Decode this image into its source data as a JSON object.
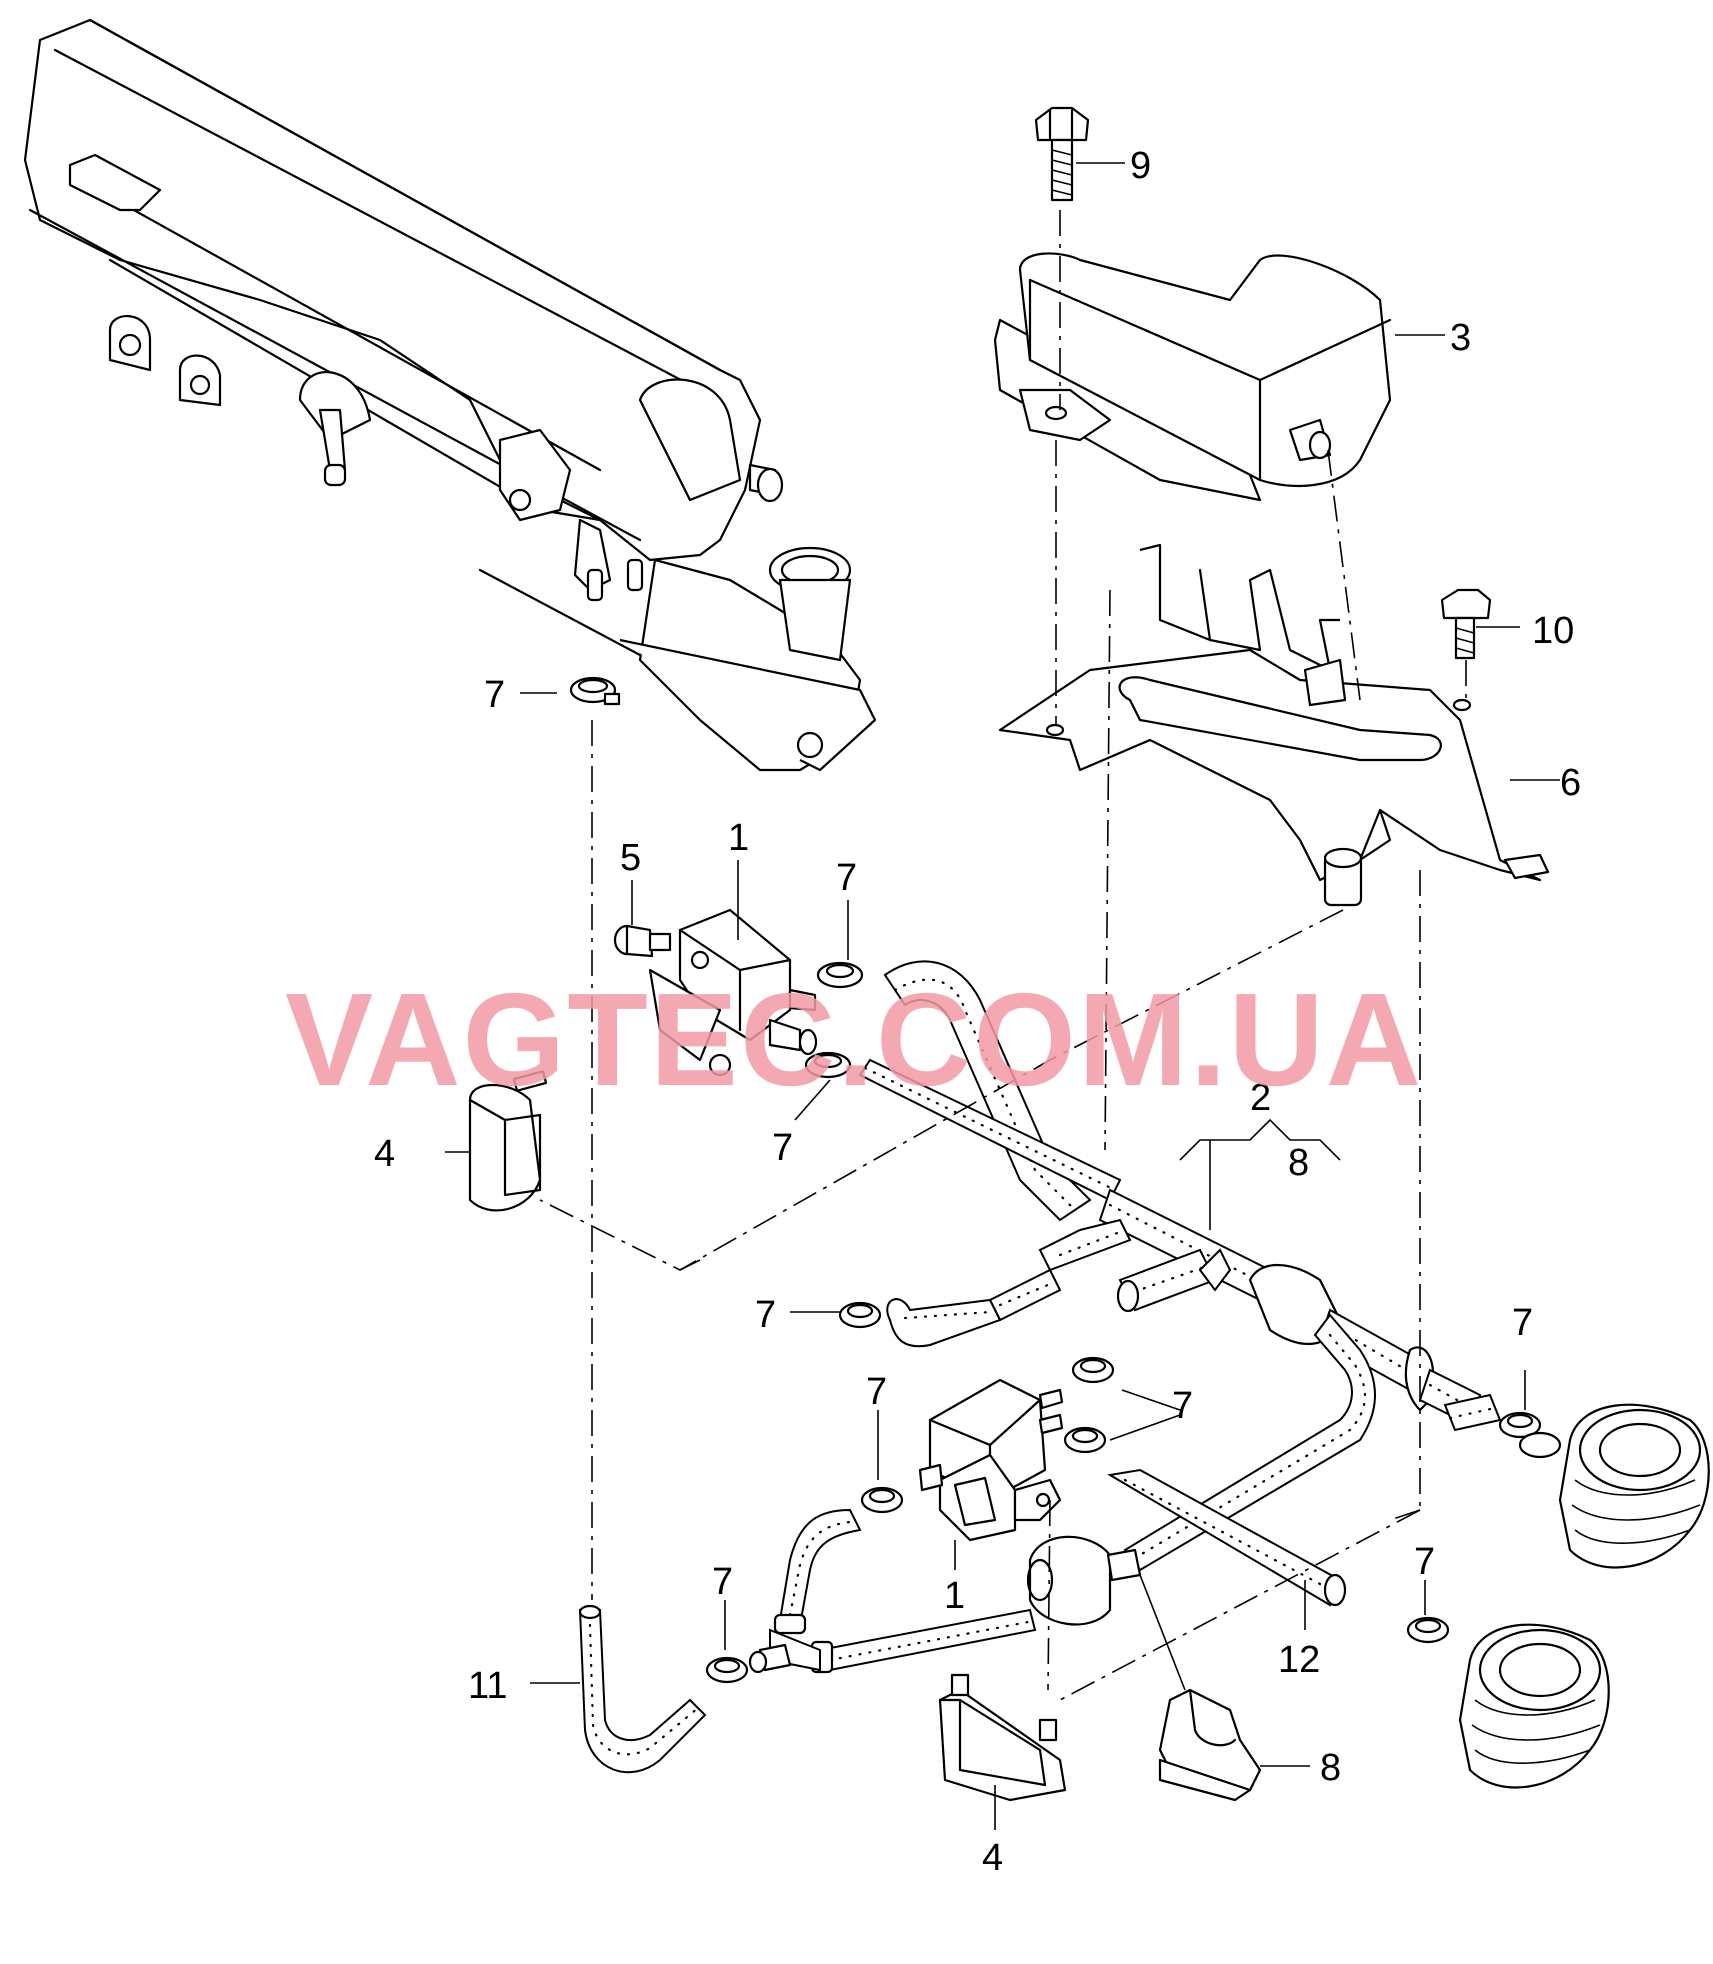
{
  "watermark": "VAGTEC.COM.UA",
  "labels": {
    "l1_top": "1",
    "l1_bottom": "1",
    "l2": "2",
    "l3": "3",
    "l4_left": "4",
    "l4_bottom": "4",
    "l5": "5",
    "l6": "6",
    "l7_a": "7",
    "l7_b": "7",
    "l7_c": "7",
    "l7_d": "7",
    "l7_e": "7",
    "l7_f": "7",
    "l7_g": "7",
    "l7_h": "7",
    "l7_i": "7",
    "l8_top": "8",
    "l8_bottom": "8",
    "l9": "9",
    "l10": "10",
    "l11": "11",
    "l12": "12"
  }
}
